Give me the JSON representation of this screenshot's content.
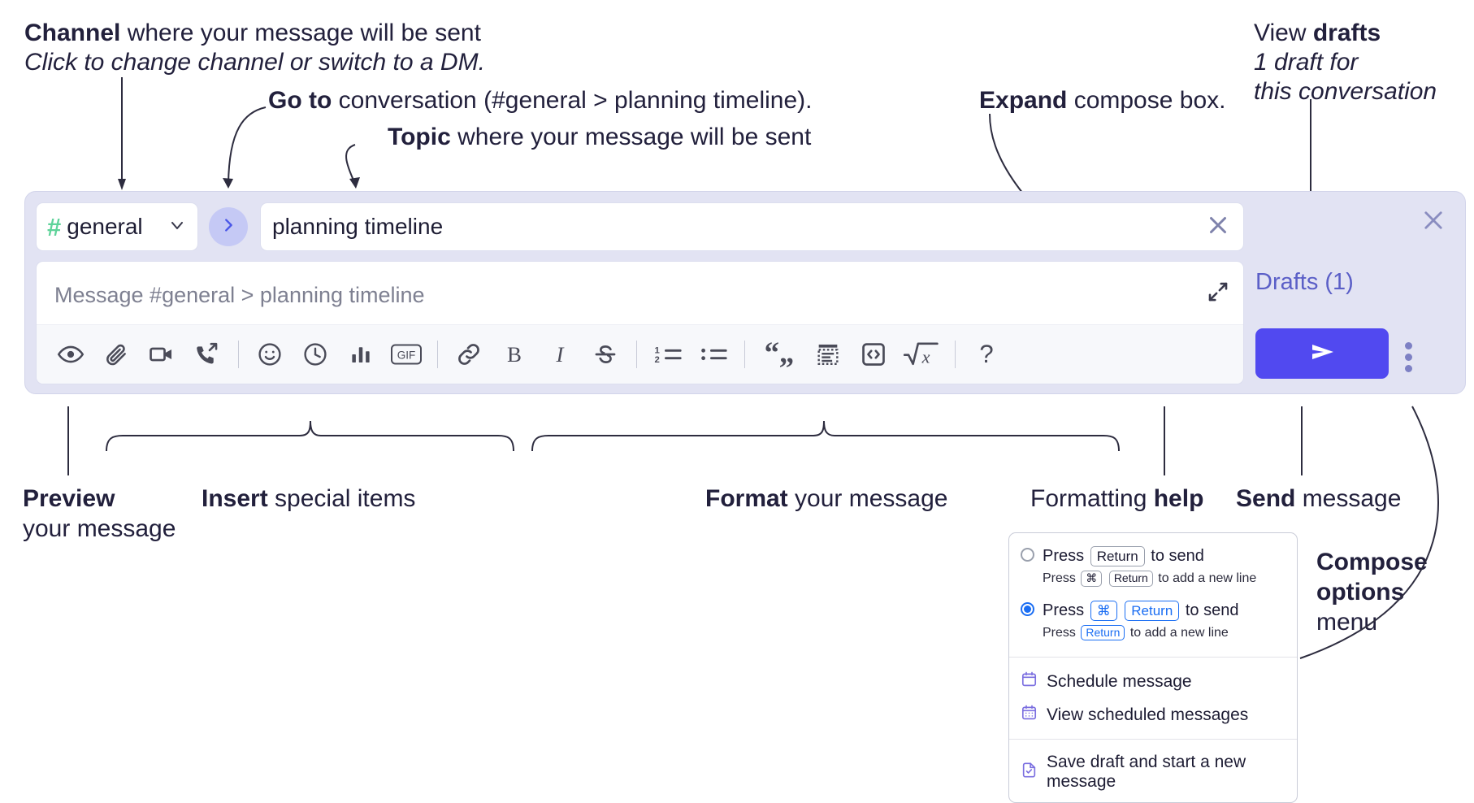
{
  "annotations": {
    "channel": {
      "bold": "Channel",
      "rest": " where your message will be sent",
      "italic": "Click to change channel or switch to a DM."
    },
    "goto": {
      "bold": "Go to",
      "rest": " conversation (#general > planning timeline)."
    },
    "topic": {
      "bold": "Topic",
      "rest": " where your message will be sent"
    },
    "expand": {
      "bold": "Expand",
      "rest": " compose box."
    },
    "drafts": {
      "line1_rest": "View ",
      "line1_bold": "drafts",
      "line2": "1 draft for",
      "line3": "this conversation"
    },
    "preview": {
      "bold": "Preview",
      "line2": "your message"
    },
    "insert": {
      "bold": "Insert",
      "rest": " special items"
    },
    "format": {
      "bold": "Format",
      "rest": " your message"
    },
    "help": {
      "rest": "Formatting ",
      "bold": "help"
    },
    "send": {
      "bold": "Send",
      "rest": " message"
    },
    "compose_options": {
      "line1": "Compose",
      "line2": "options",
      "line3": "menu"
    }
  },
  "compose": {
    "channel": {
      "hash": "#",
      "name": "general",
      "chevron_icon": "chevron-down-icon"
    },
    "goto_icon": "chevron-right-icon",
    "topic": {
      "value": "planning timeline",
      "clear_icon": "close-icon"
    },
    "message": {
      "placeholder": "Message #general > planning timeline",
      "value": ""
    },
    "expand_icon": "expand-icon",
    "close_icon": "close-icon",
    "drafts_label": "Drafts (1)",
    "send_icon": "send-icon",
    "options_icon": "kebab-menu-icon",
    "toolbar": [
      {
        "name": "preview-button",
        "icon": "eye-icon",
        "label": "Preview"
      },
      {
        "name": "attach-button",
        "icon": "paperclip-icon",
        "label": "Attach file"
      },
      {
        "name": "video-clip-button",
        "icon": "video-camera-icon",
        "label": "Record video clip"
      },
      {
        "name": "audio-clip-button",
        "icon": "phone-forward-icon",
        "label": "Record audio clip"
      },
      {
        "name": "separator-1",
        "icon": "separator",
        "label": ""
      },
      {
        "name": "emoji-button",
        "icon": "smiley-icon",
        "label": "Emoji"
      },
      {
        "name": "reminder-button",
        "icon": "clock-icon",
        "label": "Reminder"
      },
      {
        "name": "poll-button",
        "icon": "bar-chart-icon",
        "label": "Poll"
      },
      {
        "name": "gif-button",
        "icon": "gif-icon",
        "label": "GIF"
      },
      {
        "name": "separator-2",
        "icon": "separator",
        "label": ""
      },
      {
        "name": "link-button",
        "icon": "link-icon",
        "label": "Link"
      },
      {
        "name": "bold-button",
        "icon": "bold-icon",
        "label": "B"
      },
      {
        "name": "italic-button",
        "icon": "italic-icon",
        "label": "I"
      },
      {
        "name": "strikethrough-button",
        "icon": "strikethrough-icon",
        "label": "S"
      },
      {
        "name": "separator-3",
        "icon": "separator",
        "label": ""
      },
      {
        "name": "ordered-list-button",
        "icon": "ordered-list-icon",
        "label": "Ordered list"
      },
      {
        "name": "bulleted-list-button",
        "icon": "bulleted-list-icon",
        "label": "Bulleted list"
      },
      {
        "name": "separator-4",
        "icon": "separator",
        "label": ""
      },
      {
        "name": "blockquote-button",
        "icon": "quote-icon",
        "label": "Blockquote"
      },
      {
        "name": "code-block-button",
        "icon": "code-block-icon",
        "label": "Code block"
      },
      {
        "name": "code-button",
        "icon": "code-icon",
        "label": "Code"
      },
      {
        "name": "latex-button",
        "icon": "square-root-x-icon",
        "label": "LaTeX"
      },
      {
        "name": "separator-5",
        "icon": "separator",
        "label": ""
      },
      {
        "name": "formatting-help-button",
        "icon": "question-mark-icon",
        "label": "?"
      }
    ]
  },
  "menu": {
    "options": [
      {
        "selected": false,
        "press": "Press",
        "keys": [
          "Return"
        ],
        "tail": "to send",
        "sub_press": "Press",
        "sub_keys": [
          "⌘",
          "Return"
        ],
        "sub_tail": "to add a new line"
      },
      {
        "selected": true,
        "press": "Press",
        "keys": [
          "⌘",
          "Return"
        ],
        "tail": "to send",
        "sub_press": "Press",
        "sub_keys": [
          "Return"
        ],
        "sub_tail": "to add a new line"
      }
    ],
    "items": [
      {
        "icon": "calendar-icon",
        "label": "Schedule message"
      },
      {
        "icon": "calendar-grid-icon",
        "label": "View scheduled messages"
      },
      {
        "icon": "save-draft-icon",
        "label": "Save draft and start a new message"
      }
    ]
  },
  "colors": {
    "compose_bg": "#e2e3f3",
    "send_button": "#5149f0",
    "hash_green": "#5fd39a",
    "drafts_text": "#5b5fc7",
    "goto_circle": "#c5c9f5",
    "key_blue": "#1b6ef3",
    "menu_icon_purple": "#7b6fe0"
  }
}
